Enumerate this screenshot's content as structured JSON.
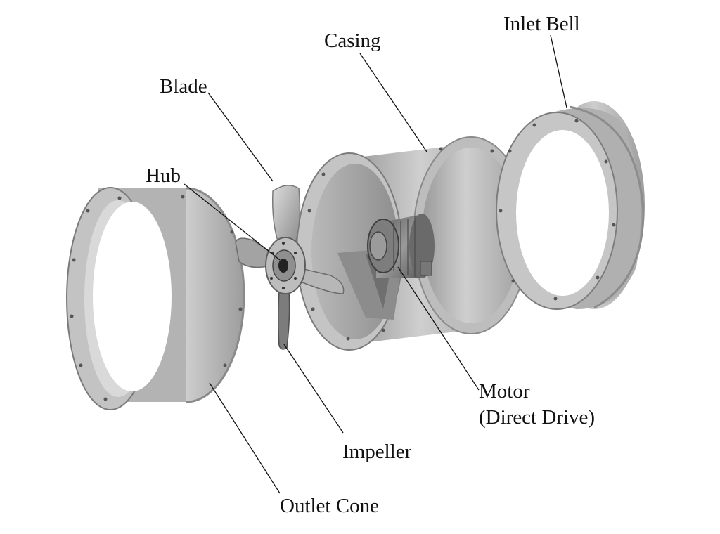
{
  "labels": {
    "inlet_bell": "Inlet Bell",
    "casing": "Casing",
    "blade": "Blade",
    "hub": "Hub",
    "motor_line1": "Motor",
    "motor_line2": "(Direct Drive)",
    "impeller": "Impeller",
    "outlet_cone": "Outlet Cone"
  },
  "colors": {
    "background": "#ffffff",
    "metal_light": "#c9c9c9",
    "metal_mid": "#a6a6a6",
    "metal_dark": "#6e6e6e",
    "line": "#111111"
  }
}
